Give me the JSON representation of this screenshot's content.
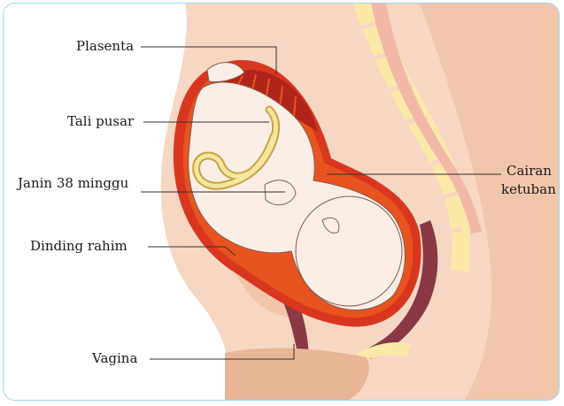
{
  "labels": {
    "plasenta": "Plasenta",
    "tali_pusar": "Tali pusar",
    "janin": "Janin 38 minggu",
    "dinding_rahim": "Dinding rahim",
    "vagina": "Vagina",
    "cairan_line1": "Cairan",
    "cairan_line2": "ketuban"
  },
  "colors": {
    "frame_border": "#9fd3ee",
    "skin": "#f6d7c4",
    "skin_dark": "#e9b597",
    "uterus_wall": "#d9361f",
    "amniotic": "#e8541f",
    "placenta": "#b0251a",
    "cord": "#f3e6a0",
    "spine": "#fbe9a8",
    "fetus": "#fbeee7"
  }
}
